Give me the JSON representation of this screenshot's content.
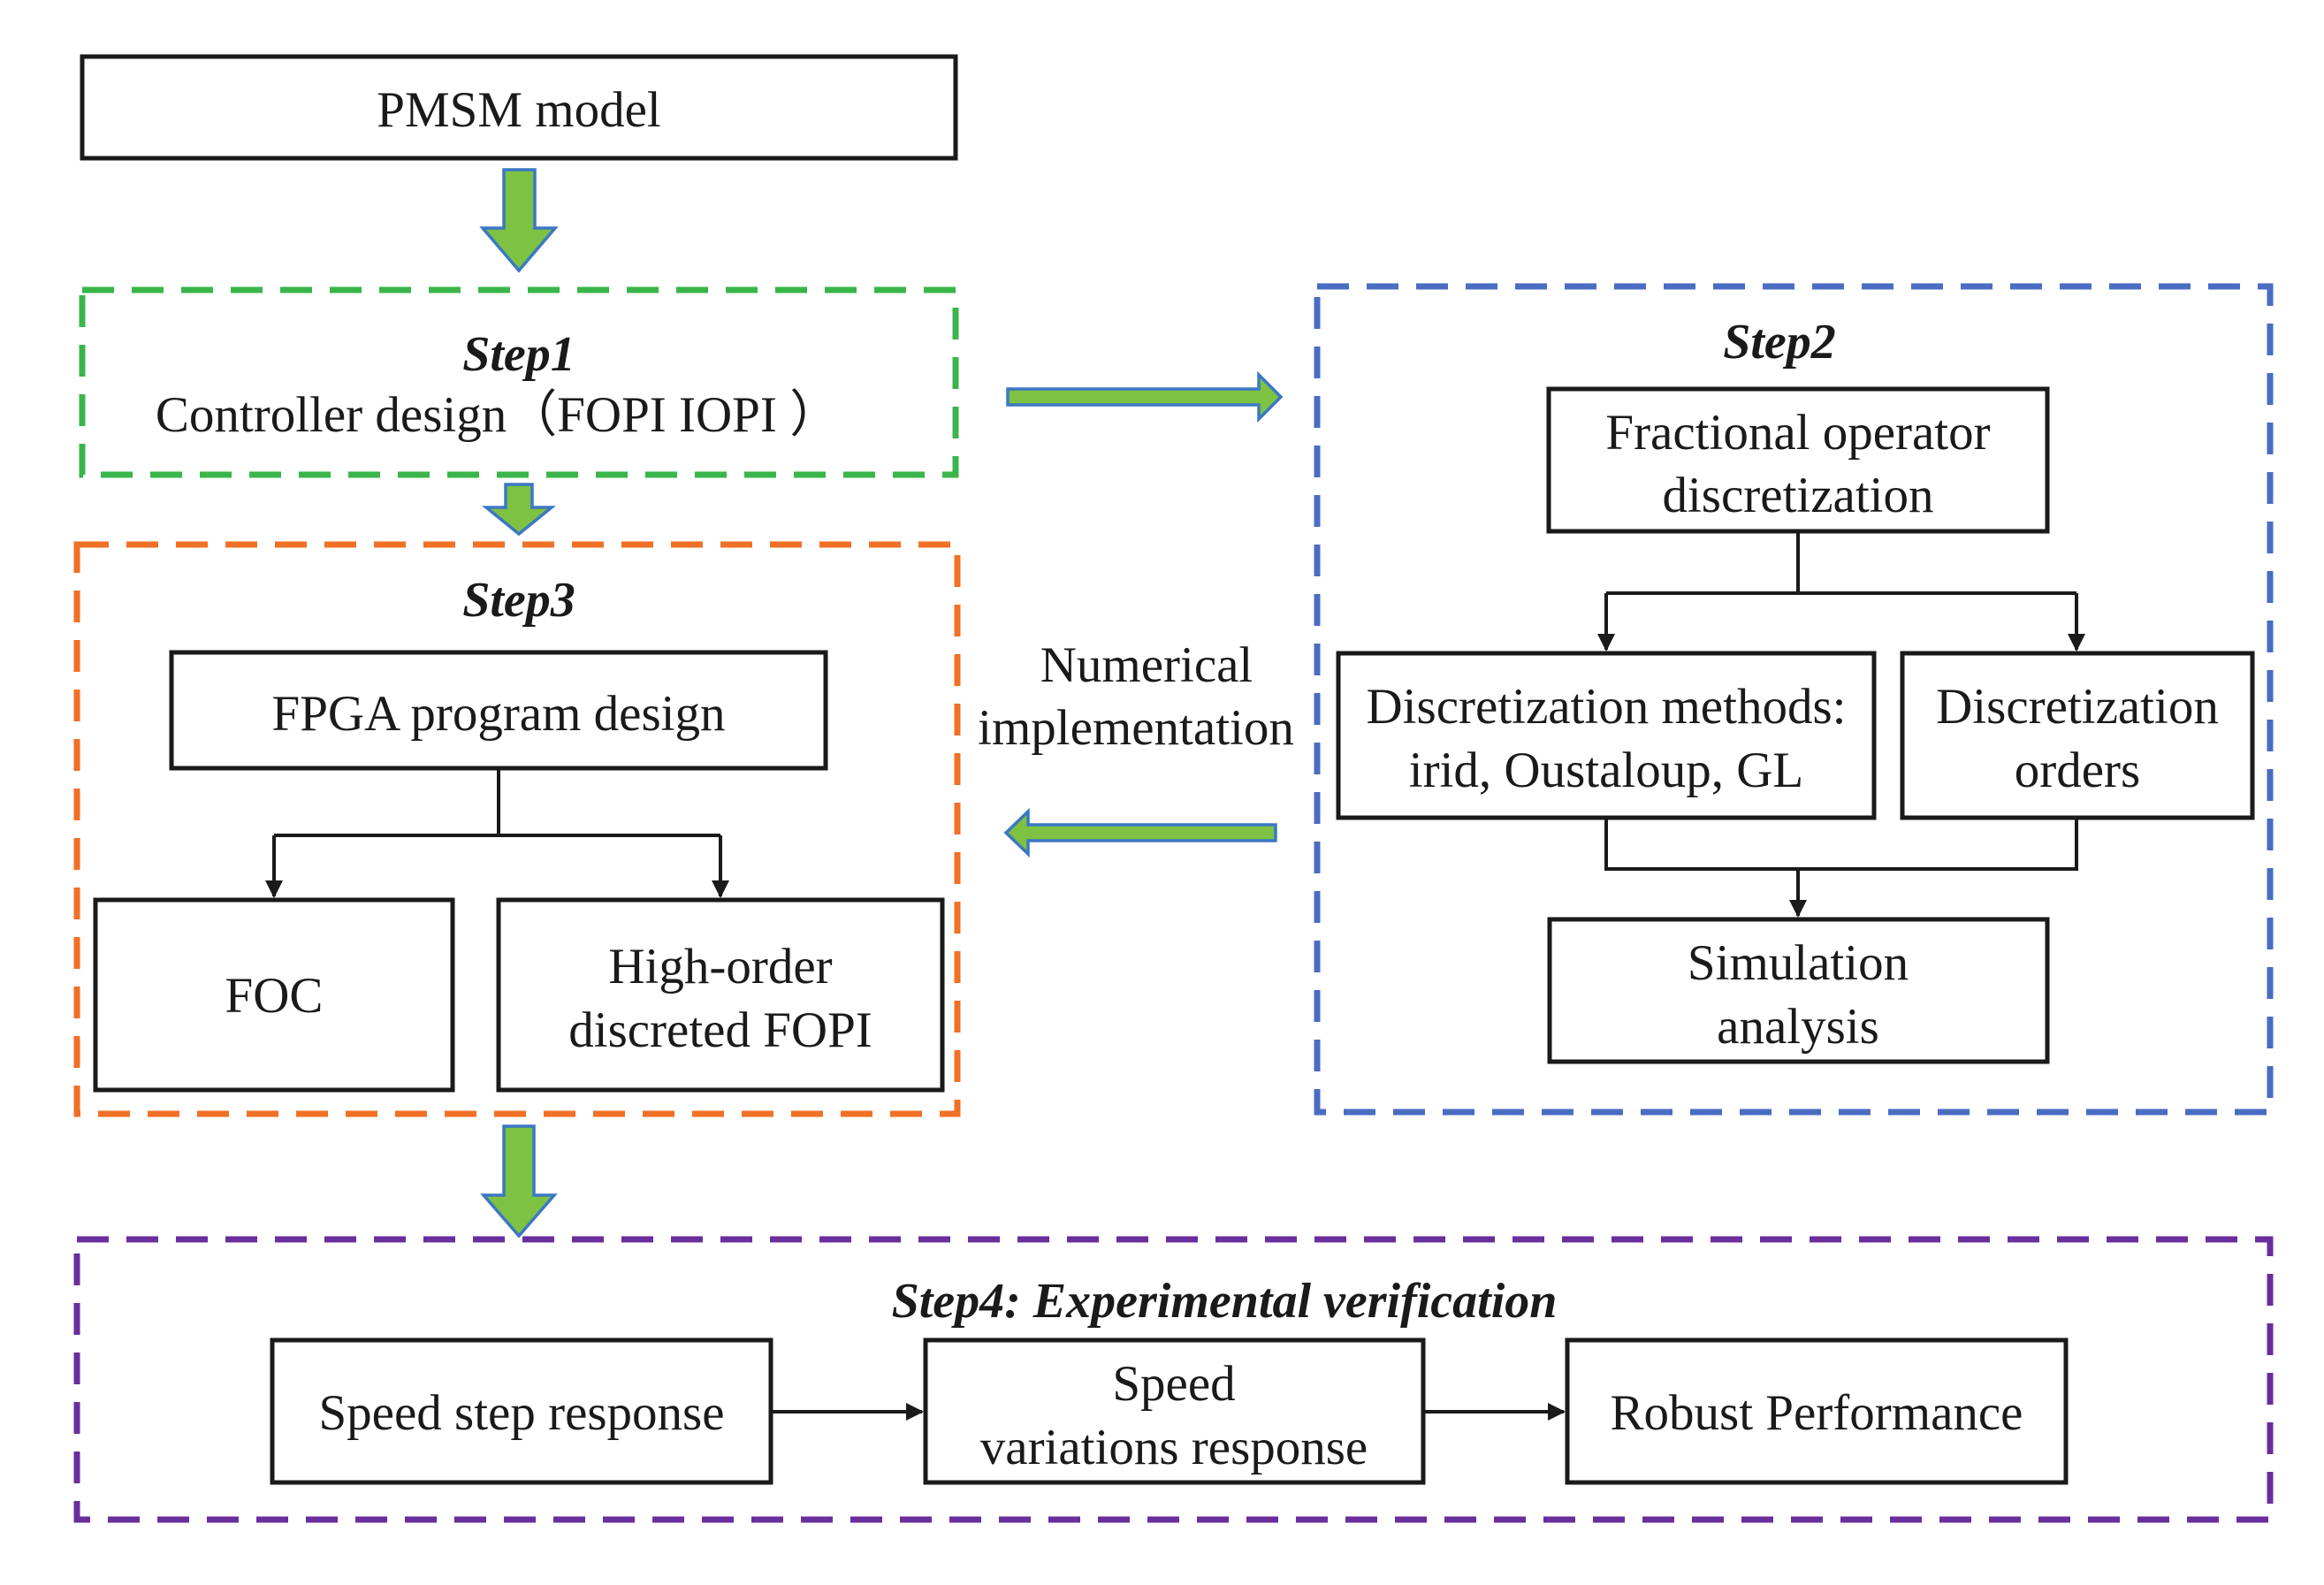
{
  "colors": {
    "step1": "#39b54a",
    "step2": "#4a6cc2",
    "step3": "#f07026",
    "step4": "#6a2d9e",
    "arrow_fill": "#7dc242",
    "arrow_stroke": "#3b78c4"
  },
  "top": {
    "pmsm_model": "PMSM model"
  },
  "step1": {
    "title": "Step1",
    "line": "Controller design（FOPI  IOPI ）"
  },
  "step2": {
    "title": "Step2",
    "fractional": [
      "Fractional operator",
      "discretization"
    ],
    "methods": [
      "Discretization methods:",
      "irid,  Oustaloup, GL"
    ],
    "orders": [
      "Discretization",
      "orders"
    ],
    "simulation": [
      "Simulation",
      "analysis"
    ]
  },
  "numerical": [
    "Numerical",
    "implementation"
  ],
  "step3": {
    "title": "Step3",
    "fpga": "FPGA  program design",
    "foc": "FOC",
    "high_order": [
      "High-order",
      "discreted FOPI"
    ]
  },
  "step4": {
    "title": "Step4: Experimental verification",
    "speed_step": "Speed step response",
    "speed_var": [
      "Speed",
      "variations response"
    ],
    "robust": "Robust Performance"
  }
}
